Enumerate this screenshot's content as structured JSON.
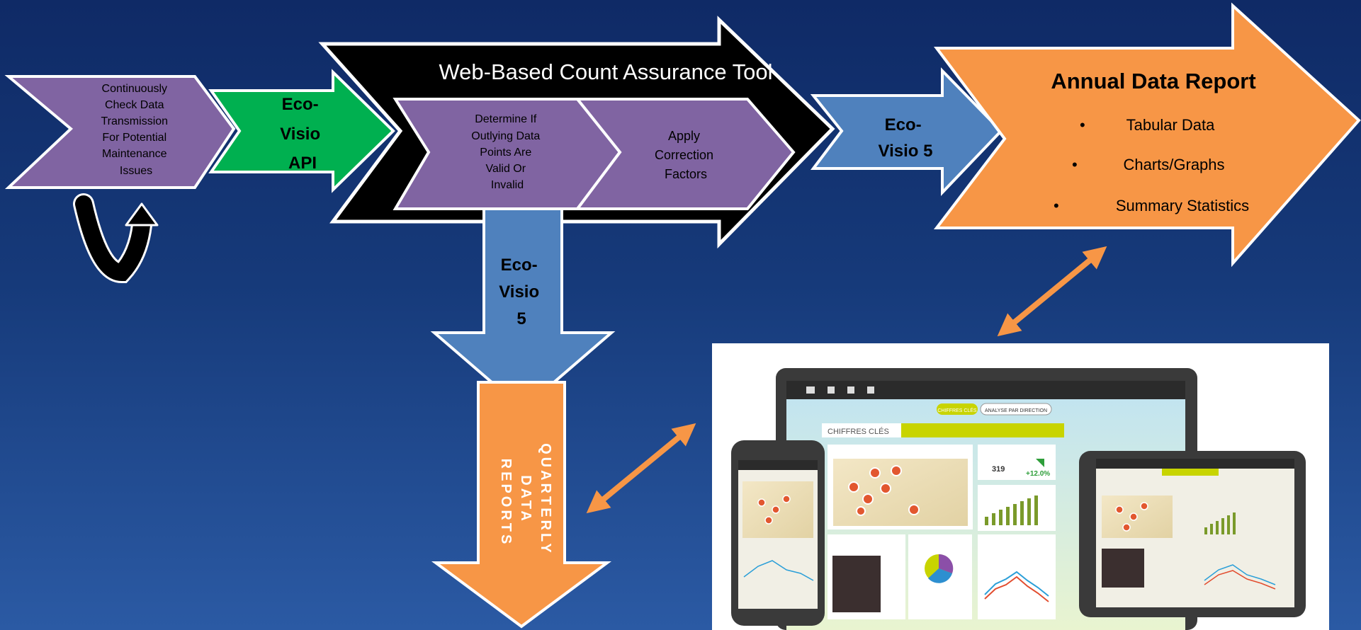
{
  "steps": {
    "monitor": {
      "lines": [
        "Continuously",
        "Check Data",
        "Transmission",
        "For Potential",
        "Maintenance",
        "Issues"
      ]
    },
    "ecovisio_api": {
      "lines": [
        "Eco-",
        "Visio",
        "API"
      ]
    },
    "tool": {
      "title": "Web-Based Count Assurance Tool",
      "determine_lines": [
        "Determine If",
        "Outlying Data",
        "Points Are",
        "Valid Or",
        "Invalid"
      ],
      "apply_lines": [
        "Apply",
        "Correction",
        "Factors"
      ]
    },
    "ecovisio5_right": {
      "lines": [
        "Eco-",
        "Visio 5"
      ]
    },
    "ecovisio5_down": {
      "lines": [
        "Eco-",
        "Visio",
        "5"
      ]
    },
    "quarterly": {
      "lines": [
        "QUARTERLY",
        "DATA",
        "REPORTS"
      ]
    },
    "annual": {
      "title": "Annual Data Report",
      "bullets": [
        "Tabular Data",
        "Charts/Graphs",
        "Summary Statistics"
      ]
    }
  },
  "dashboard": {
    "tab_active": "CHIFFRES CLÉS",
    "tab_inactive": "ANALYSE PAR DIRECTION",
    "heading": "CHIFFRES CLÉS",
    "stat_value": "319",
    "stat_change": "+12.0%"
  },
  "colors": {
    "purple": "#8064a2",
    "green": "#00b050",
    "blue": "#4f81bd",
    "orange": "#f79646",
    "black": "#000000",
    "outline": "#ffffff"
  }
}
